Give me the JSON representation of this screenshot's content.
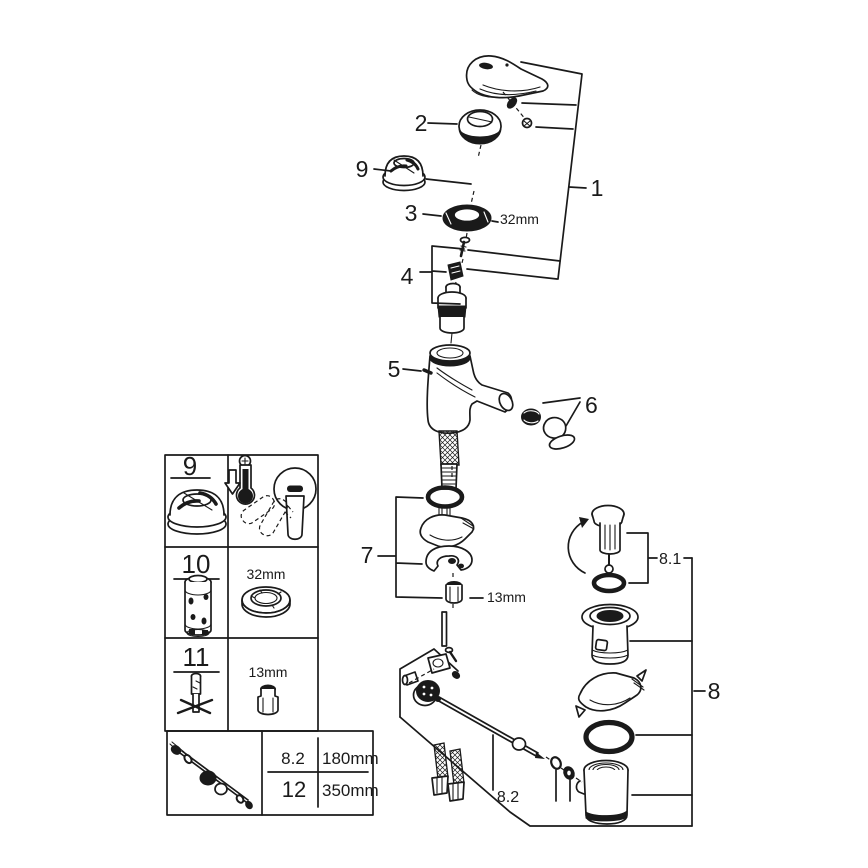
{
  "colors": {
    "background": "#ffffff",
    "line": "#1a1a1a"
  },
  "callouts": {
    "n1": "1",
    "n2": "2",
    "n3": "3",
    "n4": "4",
    "n5": "5",
    "n6": "6",
    "n7": "7",
    "n8": "8",
    "n9": "9",
    "n8_1": "8.1",
    "n8_2": "8.2",
    "dim_trim_ring": "32mm",
    "dim_mounting_nut": "13mm"
  },
  "parts_table": {
    "row_9": {
      "num": "9"
    },
    "row_10": {
      "num": "10",
      "dim": "32mm"
    },
    "row_11": {
      "num": "11",
      "dim": "13mm"
    },
    "bottom": {
      "r1_num": "8.2",
      "r1_len": "180mm",
      "r2_num": "12",
      "r2_len": "350mm"
    }
  }
}
